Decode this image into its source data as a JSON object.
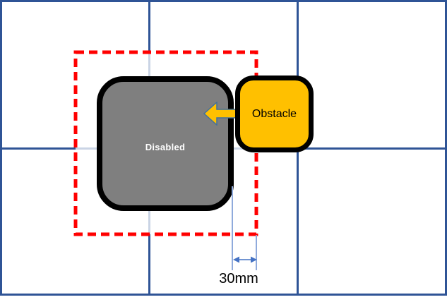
{
  "diagram": {
    "title": "disabled-zone-obstacle-clearance-diagram",
    "disabled_label": "Disabled",
    "obstacle_label": "Obstacle",
    "dimension_label": "30mm",
    "grid": {
      "columns": 3,
      "rows": 2
    },
    "colors": {
      "frame_blue": "#2F5496",
      "grid_blue": "#2F5496",
      "red_boundary": "#FF0000",
      "disabled_fill": "#7F7F7F",
      "disabled_text": "#FFFFFF",
      "obstacle_fill": "#FFC000",
      "obstacle_text": "#000000",
      "shape_border": "#000000",
      "arrow_fill": "#FFC000",
      "arrow_outline": "#41719C",
      "dimension_blue": "#4472C4",
      "extension_line": "#8FAADC",
      "dimension_text": "#000000"
    }
  }
}
